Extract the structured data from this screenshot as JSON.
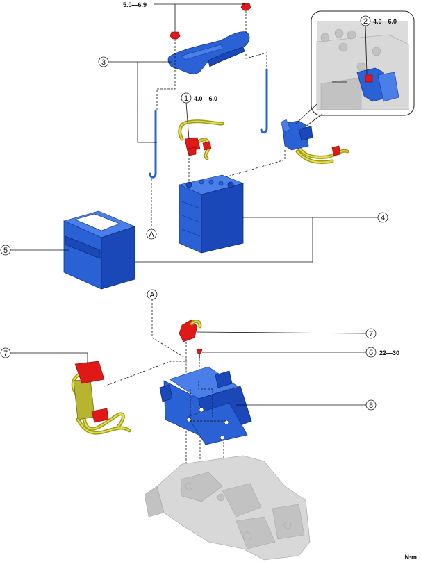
{
  "torque_labels": {
    "bracket_nut": "5.0—6.9",
    "terminal_1": "4.0—6.0",
    "terminal_2": "4.0—6.0",
    "tray_bolt": "22—30"
  },
  "callouts": {
    "c1": "1",
    "c2": "2",
    "c3": "3",
    "c4": "4",
    "c5": "5",
    "c6": "6",
    "c7a": "7",
    "c7b": "7",
    "c8": "8",
    "a_top": "A",
    "a_bottom": "A"
  },
  "unit_label": "N·m",
  "colors": {
    "part_blue": "#2a62d6",
    "part_red": "#e01818",
    "cable_olive": "#9c9a18",
    "body_gray": "#d8d8d8"
  }
}
